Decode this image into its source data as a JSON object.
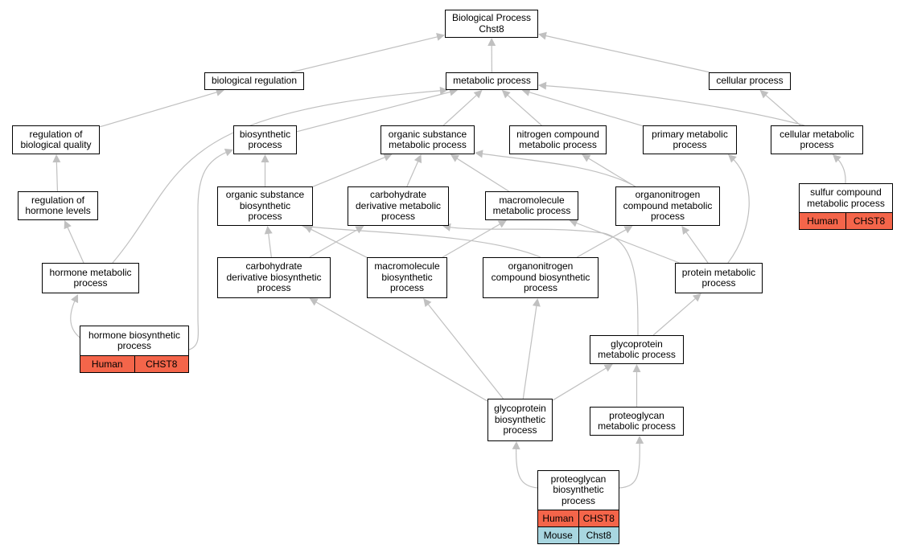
{
  "colors": {
    "edge": "#c0c0c0",
    "human_row": "#f4654a",
    "mouse_row": "#a8d6e0",
    "node_border": "#000000",
    "node_fill": "#ffffff"
  },
  "nodes": [
    {
      "id": "bp_chst8",
      "label": "Biological Process\nChst8"
    },
    {
      "id": "biological_regulation",
      "label": "biological regulation"
    },
    {
      "id": "metabolic_process",
      "label": "metabolic process"
    },
    {
      "id": "cellular_process",
      "label": "cellular process"
    },
    {
      "id": "regulation_of_biological_quality",
      "label": "regulation of\nbiological quality"
    },
    {
      "id": "biosynthetic_process",
      "label": "biosynthetic\nprocess"
    },
    {
      "id": "organic_substance_metabolic_process",
      "label": "organic substance\nmetabolic process"
    },
    {
      "id": "nitrogen_compound_metabolic_process",
      "label": "nitrogen compound\nmetabolic process"
    },
    {
      "id": "primary_metabolic_process",
      "label": "primary metabolic\nprocess"
    },
    {
      "id": "cellular_metabolic_process",
      "label": "cellular metabolic\nprocess"
    },
    {
      "id": "regulation_of_hormone_levels",
      "label": "regulation of\nhormone levels"
    },
    {
      "id": "organic_substance_biosynthetic_process",
      "label": "organic substance\nbiosynthetic\nprocess"
    },
    {
      "id": "carbohydrate_derivative_metabolic_process",
      "label": "carbohydrate\nderivative metabolic\nprocess"
    },
    {
      "id": "macromolecule_metabolic_process",
      "label": "macromolecule\nmetabolic process"
    },
    {
      "id": "organonitrogen_compound_metabolic_process",
      "label": "organonitrogen\ncompound metabolic\nprocess"
    },
    {
      "id": "sulfur_compound_metabolic_process",
      "label": "sulfur compound\nmetabolic process",
      "rows": [
        {
          "species": "Human",
          "gene": "CHST8",
          "color": "human_row"
        }
      ]
    },
    {
      "id": "hormone_metabolic_process",
      "label": "hormone metabolic\nprocess"
    },
    {
      "id": "carbohydrate_derivative_biosynthetic_process",
      "label": "carbohydrate\nderivative biosynthetic\nprocess"
    },
    {
      "id": "macromolecule_biosynthetic_process",
      "label": "macromolecule\nbiosynthetic\nprocess"
    },
    {
      "id": "organonitrogen_compound_biosynthetic_process",
      "label": "organonitrogen\ncompound biosynthetic\nprocess"
    },
    {
      "id": "protein_metabolic_process",
      "label": "protein metabolic\nprocess"
    },
    {
      "id": "hormone_biosynthetic_process",
      "label": "hormone biosynthetic\nprocess",
      "rows": [
        {
          "species": "Human",
          "gene": "CHST8",
          "color": "human_row"
        }
      ]
    },
    {
      "id": "glycoprotein_metabolic_process",
      "label": "glycoprotein\nmetabolic process"
    },
    {
      "id": "glycoprotein_biosynthetic_process",
      "label": "glycoprotein\nbiosynthetic\nprocess"
    },
    {
      "id": "proteoglycan_metabolic_process",
      "label": "proteoglycan\nmetabolic process"
    },
    {
      "id": "proteoglycan_biosynthetic_process",
      "label": "proteoglycan\nbiosynthetic\nprocess",
      "rows": [
        {
          "species": "Human",
          "gene": "CHST8",
          "color": "human_row"
        },
        {
          "species": "Mouse",
          "gene": "Chst8",
          "color": "mouse_row"
        }
      ]
    }
  ],
  "edges": [
    {
      "from": "biological_regulation",
      "to": "bp_chst8"
    },
    {
      "from": "metabolic_process",
      "to": "bp_chst8"
    },
    {
      "from": "cellular_process",
      "to": "bp_chst8"
    },
    {
      "from": "regulation_of_biological_quality",
      "to": "biological_regulation"
    },
    {
      "from": "biosynthetic_process",
      "to": "metabolic_process"
    },
    {
      "from": "organic_substance_metabolic_process",
      "to": "metabolic_process"
    },
    {
      "from": "nitrogen_compound_metabolic_process",
      "to": "metabolic_process"
    },
    {
      "from": "primary_metabolic_process",
      "to": "metabolic_process"
    },
    {
      "from": "cellular_metabolic_process",
      "to": "metabolic_process"
    },
    {
      "from": "cellular_metabolic_process",
      "to": "cellular_process"
    },
    {
      "from": "hormone_metabolic_process",
      "to": "metabolic_process"
    },
    {
      "from": "regulation_of_hormone_levels",
      "to": "regulation_of_biological_quality"
    },
    {
      "from": "hormone_metabolic_process",
      "to": "regulation_of_hormone_levels"
    },
    {
      "from": "organic_substance_biosynthetic_process",
      "to": "biosynthetic_process"
    },
    {
      "from": "organic_substance_biosynthetic_process",
      "to": "organic_substance_metabolic_process"
    },
    {
      "from": "carbohydrate_derivative_metabolic_process",
      "to": "organic_substance_metabolic_process"
    },
    {
      "from": "macromolecule_metabolic_process",
      "to": "organic_substance_metabolic_process"
    },
    {
      "from": "organonitrogen_compound_metabolic_process",
      "to": "organic_substance_metabolic_process"
    },
    {
      "from": "organonitrogen_compound_metabolic_process",
      "to": "nitrogen_compound_metabolic_process"
    },
    {
      "from": "sulfur_compound_metabolic_process",
      "to": "cellular_metabolic_process"
    },
    {
      "from": "hormone_biosynthetic_process",
      "to": "hormone_metabolic_process"
    },
    {
      "from": "hormone_biosynthetic_process",
      "to": "biosynthetic_process"
    },
    {
      "from": "carbohydrate_derivative_biosynthetic_process",
      "to": "organic_substance_biosynthetic_process"
    },
    {
      "from": "carbohydrate_derivative_biosynthetic_process",
      "to": "carbohydrate_derivative_metabolic_process"
    },
    {
      "from": "macromolecule_biosynthetic_process",
      "to": "organic_substance_biosynthetic_process"
    },
    {
      "from": "macromolecule_biosynthetic_process",
      "to": "macromolecule_metabolic_process"
    },
    {
      "from": "organonitrogen_compound_biosynthetic_process",
      "to": "organic_substance_biosynthetic_process"
    },
    {
      "from": "organonitrogen_compound_biosynthetic_process",
      "to": "organonitrogen_compound_metabolic_process"
    },
    {
      "from": "protein_metabolic_process",
      "to": "macromolecule_metabolic_process"
    },
    {
      "from": "protein_metabolic_process",
      "to": "organonitrogen_compound_metabolic_process"
    },
    {
      "from": "protein_metabolic_process",
      "to": "primary_metabolic_process"
    },
    {
      "from": "glycoprotein_metabolic_process",
      "to": "protein_metabolic_process"
    },
    {
      "from": "glycoprotein_metabolic_process",
      "to": "carbohydrate_derivative_metabolic_process"
    },
    {
      "from": "glycoprotein_biosynthetic_process",
      "to": "glycoprotein_metabolic_process"
    },
    {
      "from": "glycoprotein_biosynthetic_process",
      "to": "carbohydrate_derivative_biosynthetic_process"
    },
    {
      "from": "glycoprotein_biosynthetic_process",
      "to": "macromolecule_biosynthetic_process"
    },
    {
      "from": "glycoprotein_biosynthetic_process",
      "to": "organonitrogen_compound_biosynthetic_process"
    },
    {
      "from": "proteoglycan_metabolic_process",
      "to": "glycoprotein_metabolic_process"
    },
    {
      "from": "proteoglycan_biosynthetic_process",
      "to": "glycoprotein_biosynthetic_process"
    },
    {
      "from": "proteoglycan_biosynthetic_process",
      "to": "proteoglycan_metabolic_process"
    }
  ]
}
